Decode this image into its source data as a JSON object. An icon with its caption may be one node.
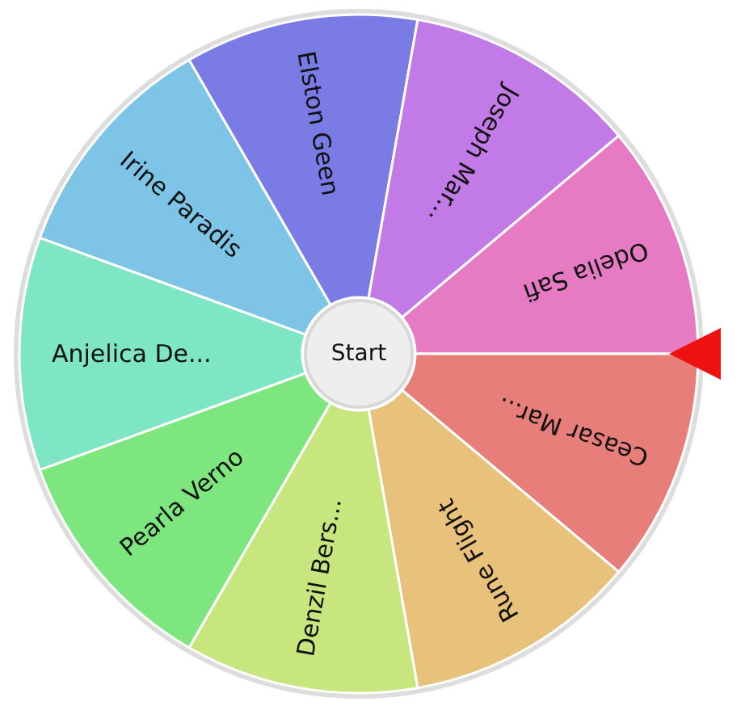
{
  "diagram": {
    "nodes": [
      {
        "text": [
          "Elston Geen"
        ]
      },
      {
        "text": [
          "Joseph Mar..."
        ]
      },
      {
        "text": [
          "Odelia Safi"
        ]
      },
      {
        "text": [
          "Ceasar Mar..."
        ]
      },
      {
        "text": [
          "Rune Flight"
        ]
      },
      {
        "text": [
          "Denzil Bers..."
        ]
      },
      {
        "text": [
          "Pearla Verno"
        ]
      },
      {
        "text": [
          "Anjelica De..."
        ]
      },
      {
        "text": [
          "Irine Paradis"
        ]
      },
      {
        "text": [
          "Start"
        ]
      }
    ]
  }
}
